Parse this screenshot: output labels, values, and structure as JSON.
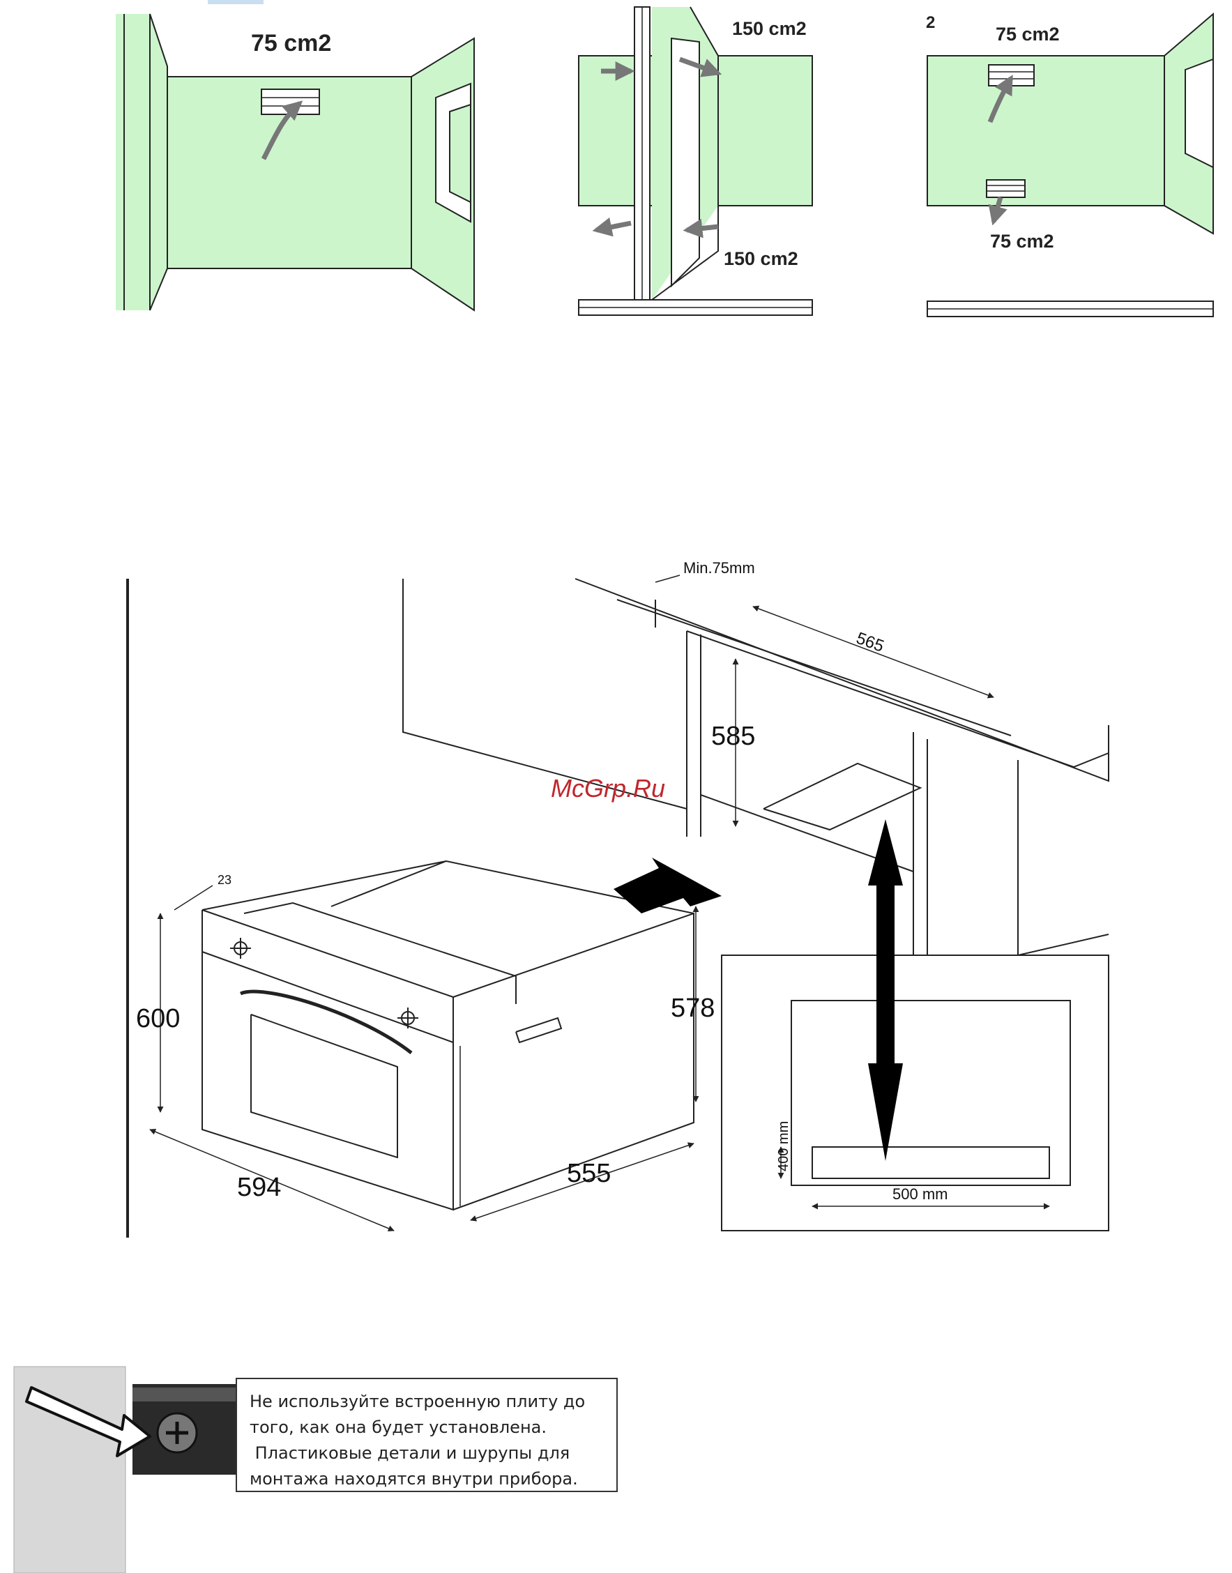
{
  "vent_diagrams": {
    "left": {
      "label": "75 cm2"
    },
    "middle": {
      "top_label": "150 cm2",
      "bottom_label": "150 cm2"
    },
    "right": {
      "top_label": "75 cm2",
      "bottom_label": "75 cm2",
      "edge_fragment": "2"
    }
  },
  "installation_diagram": {
    "clearance_label": "Min.75mm",
    "niche_depth": "565",
    "niche_height": "585",
    "oven_height": "600",
    "oven_depth_offset": "23",
    "oven_body_height": "578",
    "oven_width": "594",
    "oven_depth": "555",
    "vent_height": "400 mm",
    "vent_width": "500 mm",
    "watermark": "McGrp.Ru"
  },
  "notice": {
    "lines": [
      "Не используйте встроенную плиту до",
      "того, как она будет установлена.",
      " Пластиковые детали и шурупы для",
      "монтажа находятся внутри прибора."
    ]
  },
  "colors": {
    "wall_fill": "#ccf5cc",
    "line": "#222222",
    "watermark": "#c0262d"
  }
}
